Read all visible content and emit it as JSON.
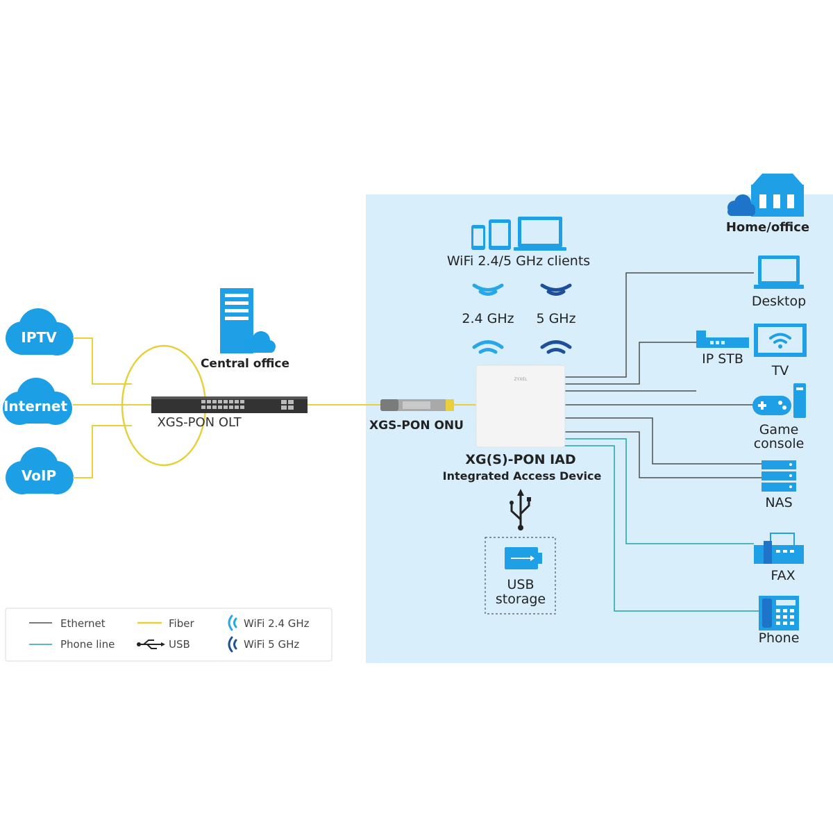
{
  "colors": {
    "cloud_blue": "#1d9fe6",
    "panel_bg": "#d8eefb",
    "fiber": "#e9cf3c",
    "ethernet": "#4d4d4d",
    "phone_line": "#1fa4a8",
    "wifi_24": "#27a7e8",
    "wifi_5": "#1d4f9a",
    "icon_blue": "#1fa0e6",
    "text_dark": "#222222"
  },
  "services": [
    {
      "label": "IPTV",
      "icon": "cloud-icon"
    },
    {
      "label": "Internet",
      "icon": "cloud-icon"
    },
    {
      "label": "VoIP",
      "icon": "cloud-icon"
    }
  ],
  "central_office": {
    "label": "Central office",
    "icon": "server-cloud-icon"
  },
  "olt": {
    "label": "XGS-PON OLT",
    "icon": "switch-icon"
  },
  "onu": {
    "label": "XGS-PON ONU",
    "icon": "sfp-module-icon"
  },
  "home_office": {
    "label": "Home/office",
    "icon": "building-cloud-icon"
  },
  "wifi_clients": {
    "label": "WiFi 2.4/5 GHz clients",
    "icon": "devices-icon"
  },
  "bands": [
    {
      "label": "2.4 GHz",
      "icon": "wifi-24-icon"
    },
    {
      "label": "5 GHz",
      "icon": "wifi-5-icon"
    }
  ],
  "iad": {
    "title": "XG(S)-PON IAD",
    "subtitle": "Integrated Access Device",
    "brand": "ZYXEL"
  },
  "usb_storage": {
    "line1": "USB",
    "line2": "storage",
    "icon": "usb-drive-icon"
  },
  "devices": [
    {
      "label": "Desktop",
      "icon": "laptop-icon"
    },
    {
      "label": "IP STB",
      "icon": "set-top-box-icon"
    },
    {
      "label": "TV",
      "icon": "tv-icon"
    },
    {
      "label_line1": "Game",
      "label_line2": "console",
      "icon": "gamepad-icon"
    },
    {
      "label": "NAS",
      "icon": "nas-icon"
    },
    {
      "label": "FAX",
      "icon": "fax-icon"
    },
    {
      "label": "Phone",
      "icon": "phone-icon"
    }
  ],
  "legend": {
    "ethernet": "Ethernet",
    "phone_line": "Phone line",
    "fiber": "Fiber",
    "usb": "USB",
    "wifi_24": "WiFi 2.4 GHz",
    "wifi_5": "WiFi 5 GHz"
  }
}
